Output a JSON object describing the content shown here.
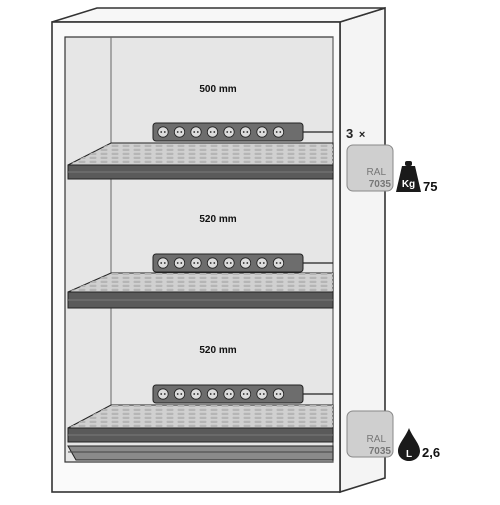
{
  "shelves": [
    {
      "dimension": "500 mm"
    },
    {
      "dimension": "520 mm"
    },
    {
      "dimension": "520 mm"
    }
  ],
  "shelf_count": "3",
  "shelf_multiplier": "×",
  "ral_swatch_shelf": {
    "line1": "RAL",
    "line2": "7035"
  },
  "ral_swatch_sump": {
    "line1": "RAL",
    "line2": "7035"
  },
  "load": {
    "icon": "weight-kg-icon",
    "unit": "Kg",
    "value": "75"
  },
  "volume": {
    "icon": "volume-l-icon",
    "unit": "L",
    "value": "2,6"
  },
  "colors": {
    "cabinet_outline": "#333333",
    "cabinet_interior": "#e6e6e6",
    "shelf_fill": "#555555",
    "power_strip": "#6d6d6d",
    "swatch": "#cfcfcf",
    "icon_dark": "#1a1a1a"
  }
}
